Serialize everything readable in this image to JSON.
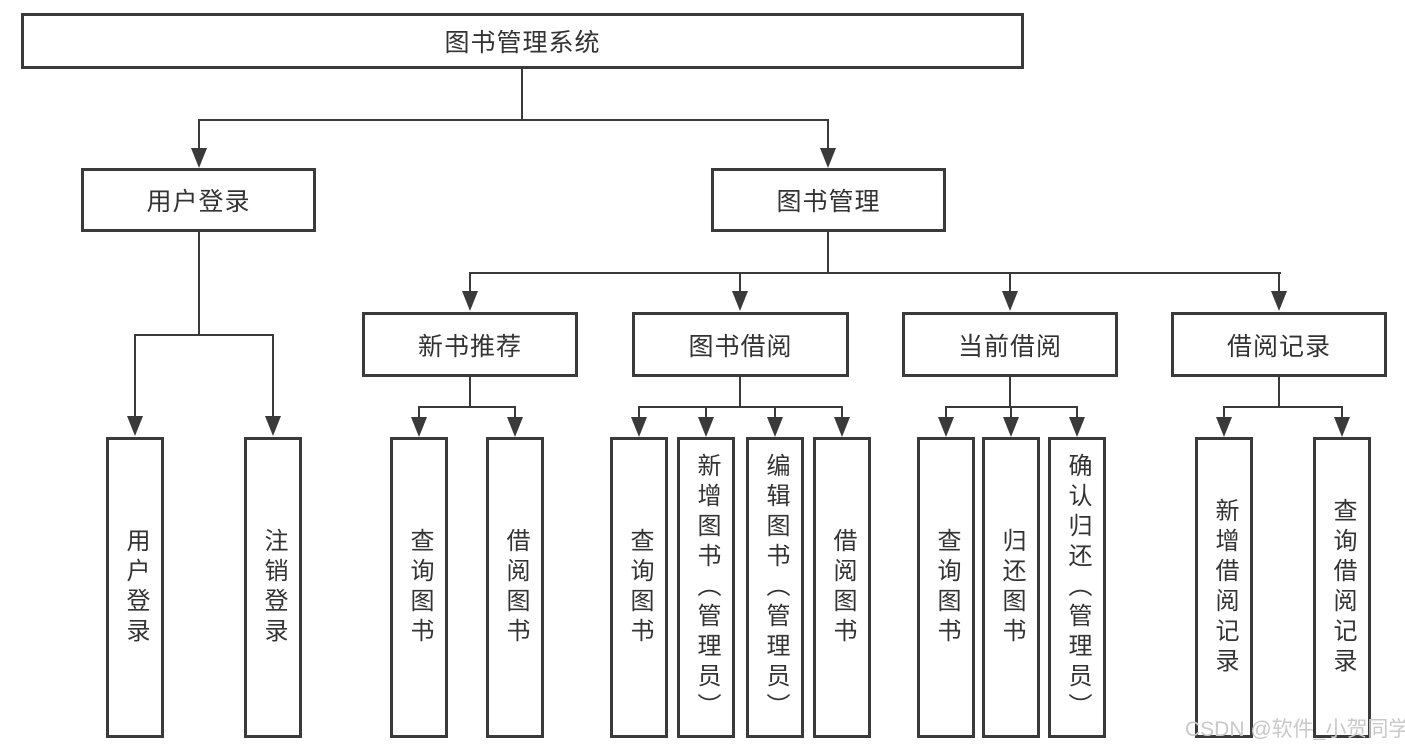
{
  "diagram": {
    "type": "hierarchy-tree",
    "root": {
      "label": "图书管理系统"
    },
    "l2": [
      {
        "label": "用户登录",
        "parent": "图书管理系统"
      },
      {
        "label": "图书管理",
        "parent": "图书管理系统"
      }
    ],
    "l3": [
      {
        "label": "新书推荐",
        "parent": "图书管理"
      },
      {
        "label": "图书借阅",
        "parent": "图书管理"
      },
      {
        "label": "当前借阅",
        "parent": "图书管理"
      },
      {
        "label": "借阅记录",
        "parent": "图书管理"
      }
    ],
    "l4": [
      {
        "label": "用户登录",
        "parent": "用户登录"
      },
      {
        "label": "注销登录",
        "parent": "用户登录"
      },
      {
        "label": "查询图书",
        "parent": "新书推荐"
      },
      {
        "label": "借阅图书",
        "parent": "新书推荐"
      },
      {
        "label": "查询图书",
        "parent": "图书借阅"
      },
      {
        "label": "新增图书（管理员）",
        "parent": "图书借阅"
      },
      {
        "label": "编辑图书（管理员）",
        "parent": "图书借阅"
      },
      {
        "label": "借阅图书",
        "parent": "图书借阅"
      },
      {
        "label": "查询图书",
        "parent": "当前借阅"
      },
      {
        "label": "归还图书",
        "parent": "当前借阅"
      },
      {
        "label": "确认归还（管理员）",
        "parent": "当前借阅"
      },
      {
        "label": "新增借阅记录",
        "parent": "借阅记录"
      },
      {
        "label": "查询借阅记录",
        "parent": "借阅记录"
      }
    ],
    "watermark": "CSDN @软件_小贺同学",
    "colors": {
      "line": "#3a3a3a",
      "text": "#333333",
      "background": "#ffffff",
      "watermark": "#c9c9c9"
    }
  }
}
